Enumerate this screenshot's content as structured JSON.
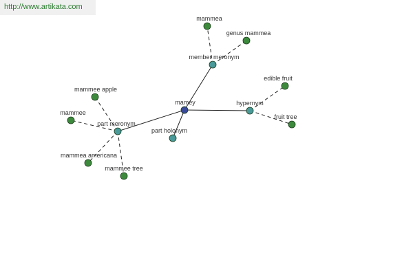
{
  "site": {
    "url": "http://www.artikata.com"
  },
  "colors": {
    "root": "#3a4a9a",
    "relation": "#4a9a9a",
    "leaf": "#3d8a3d",
    "edge": "#222222",
    "url": "#2e7d32"
  },
  "graph": {
    "root": "mamey",
    "relations": [
      {
        "label": "member meronym",
        "targets": [
          "mammea",
          "genus mammea"
        ]
      },
      {
        "label": "hypernym",
        "targets": [
          "edible fruit",
          "fruit tree"
        ]
      },
      {
        "label": "part meronym",
        "targets": [
          "mammee apple",
          "mammee",
          "mammea americana",
          "mammee tree"
        ]
      },
      {
        "label": "part holonym",
        "targets": []
      }
    ]
  }
}
